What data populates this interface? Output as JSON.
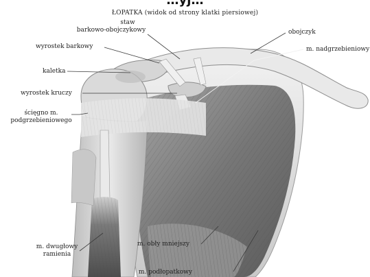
{
  "header": {
    "cut_title": "…yj…",
    "title": "ŁOPATKA (widok od strony klatki piersiowej)"
  },
  "labels": {
    "staw_line1": "staw",
    "staw_line2": "barkowo-obojczykowy",
    "wyrostek_barkowy": "wyrostek barkowy",
    "kaletka": "kaletka",
    "wyrostek_kruczy": "wyrostek kruczy",
    "sciegno_line1": "ścięgno m.",
    "sciegno_line2": "podgrzebieniowego",
    "obojczyk": "obojczyk",
    "m_nadgrzebieniowy": "m. nadgrzebieniowy",
    "m_dwuglowy_line1": "m. dwugłowy",
    "m_dwuglowy_line2": "ramienia",
    "m_obly_mniejszy": "m. obły mniejszy",
    "m_podlopatkowy": "m. podłopatkowy"
  },
  "colors": {
    "background": "#ffffff",
    "bone": "#e6e6e6",
    "muscle_dark": "#5e5e5e",
    "muscle_mid": "#8a8a8a",
    "tendon": "#dcdcdc"
  }
}
